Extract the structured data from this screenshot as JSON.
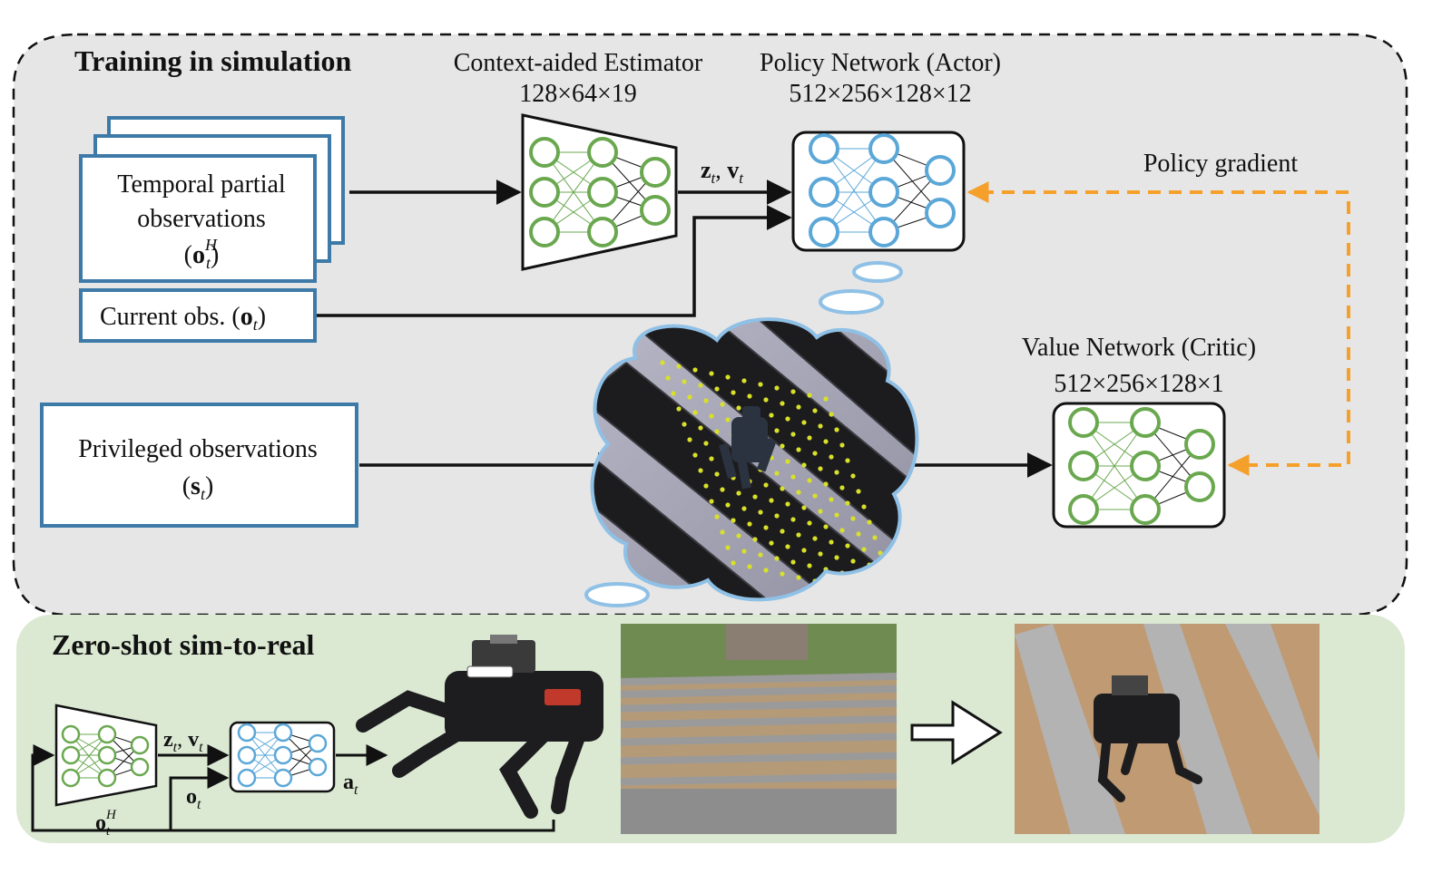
{
  "sim": {
    "title": "Training in simulation",
    "temporal": {
      "line1": "Temporal partial",
      "line2": "observations",
      "sym": "o",
      "sup": "H",
      "sub": "t"
    },
    "current": {
      "label": "Current obs. (",
      "sym": "o",
      "sub": "t",
      "close": ")"
    },
    "privileged": {
      "label": "Privileged observations",
      "sym": "s",
      "sub": "t"
    },
    "estimator": {
      "name": "Context-aided Estimator",
      "dims": "128×64×19"
    },
    "actor": {
      "name": "Policy Network (Actor)",
      "dims": "512×256×128×12"
    },
    "critic": {
      "name": "Value Network (Critic)",
      "dims": "512×256×128×1"
    },
    "latent": {
      "z": "z",
      "v": "v",
      "sub": "t",
      "sep": ", "
    },
    "gradient": "Policy gradient"
  },
  "real": {
    "title": "Zero-shot sim-to-real",
    "latent": {
      "z": "z",
      "v": "v",
      "sub": "t",
      "sep": ", "
    },
    "obs": {
      "sym": "o",
      "sub": "t"
    },
    "history": {
      "sym": "o",
      "sup": "H",
      "sub": "t"
    },
    "action": {
      "sym": "a",
      "sub": "t"
    }
  },
  "colors": {
    "green_net": "#6aa84f",
    "blue_net": "#5aa7d8",
    "frame_blue": "#3d7aa8",
    "gradient": "#f5a02a",
    "sim_panel": "#e6e6e6",
    "real_panel": "#dbe9d3"
  }
}
